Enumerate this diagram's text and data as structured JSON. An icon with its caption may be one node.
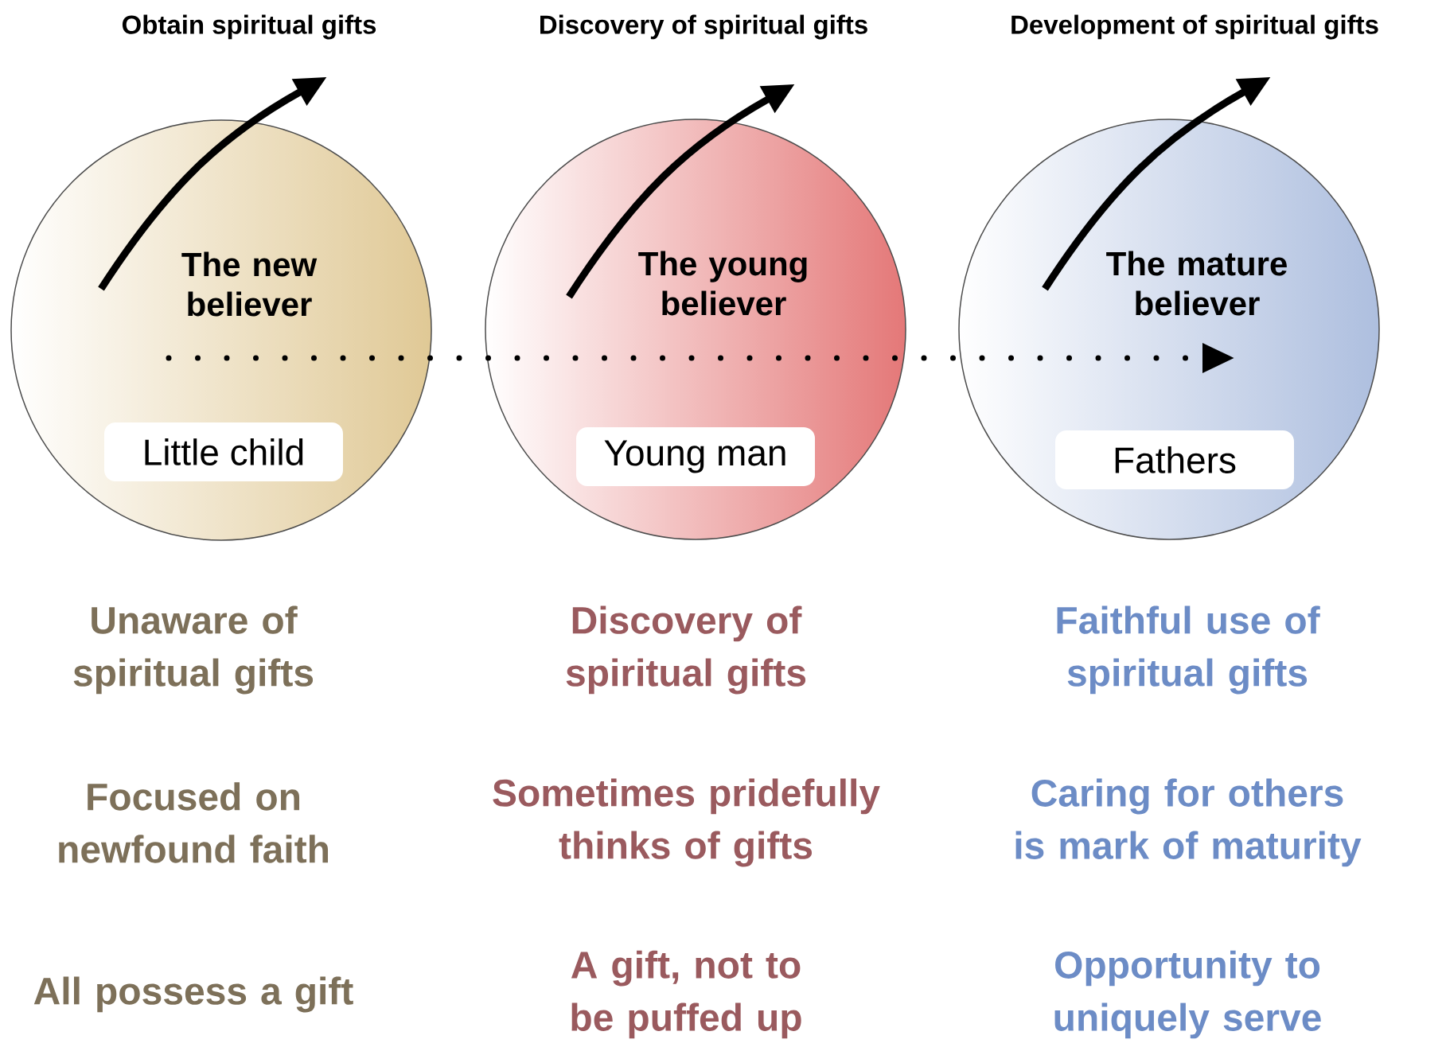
{
  "diagram": {
    "nodes": [
      {
        "text": [
          "Obtain spiritual gifts"
        ]
      },
      {
        "text": [
          "Discovery of spiritual gifts"
        ]
      },
      {
        "text": [
          "Development of spiritual gifts"
        ]
      },
      {
        "text": [
          "The new believer"
        ]
      },
      {
        "text": [
          "Little child"
        ],
        "in": 3
      },
      {
        "text": [
          "The young believer"
        ]
      },
      {
        "text": [
          "Young man"
        ],
        "in": 5
      },
      {
        "text": [
          "The mature believer"
        ]
      },
      {
        "text": [
          "Fathers"
        ],
        "in": 7
      }
    ],
    "edges": [
      {
        "from": null,
        "to": 0,
        "arrow": "to"
      },
      {
        "from": null,
        "to": 1,
        "arrow": "to"
      },
      {
        "from": null,
        "to": 2,
        "arrow": "to"
      }
    ],
    "labels": [
      "Unaware of spiritual gifts",
      "Discovery of spiritual gifts",
      "Faithful use of spiritual gifts",
      "Focused on newfound faith",
      "Sometimes pridefully thinks of gifts",
      "Caring for others is mark of maturity",
      "All possess a gift",
      "A gift, not to be puffed up",
      "Opportunity to uniquely serve"
    ]
  }
}
